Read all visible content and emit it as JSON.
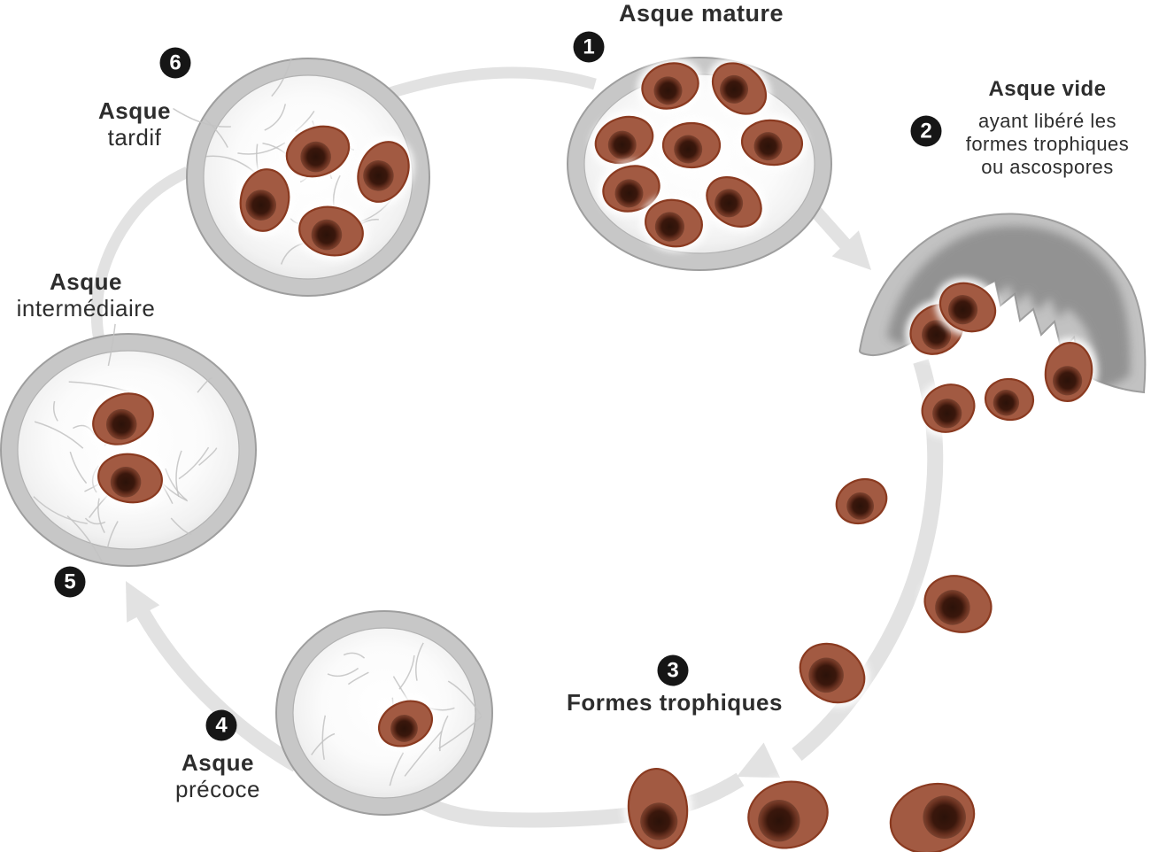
{
  "figure": {
    "background": "#FFFFFF",
    "stages": [
      {
        "number": "1",
        "title": "Asque mature",
        "ascospores_shown": 8
      },
      {
        "number": "2",
        "title": "Asque vide",
        "subtitle_lines": [
          "ayant libéré les",
          "formes trophiques",
          "ou ascospores"
        ],
        "ascospores_shown": 5
      },
      {
        "number": "3",
        "title": "Formes trophiques",
        "cells_shown": 6
      },
      {
        "number": "4",
        "title": "Asque",
        "subtitle": "précoce",
        "ascospores_shown": 1
      },
      {
        "number": "5",
        "title": "Asque",
        "subtitle": "intermédiaire",
        "ascospores_shown": 2
      },
      {
        "number": "6",
        "title": "Asque",
        "subtitle": "tardif",
        "ascospores_shown": 4
      }
    ],
    "colors": {
      "cell_body": "#A25A42",
      "cell_border": "#8A3A20",
      "cell_nucleus_center": "#2B1209",
      "cell_nucleus_edge": "#6E3422",
      "ascus_ring": "#C7C7C7",
      "ascus_ring_stroke": "#9E9E9E",
      "ascus_inner_edge": "#DFDFDF",
      "crescent_body": "#C2C2C2",
      "crescent_shade": "#8D8D8D",
      "band": "#E2E2E2",
      "filament": "#C2C2C2",
      "badge_bg": "#161616",
      "badge_text": "#FFFFFF",
      "label_text": "#2D2D2D"
    }
  }
}
